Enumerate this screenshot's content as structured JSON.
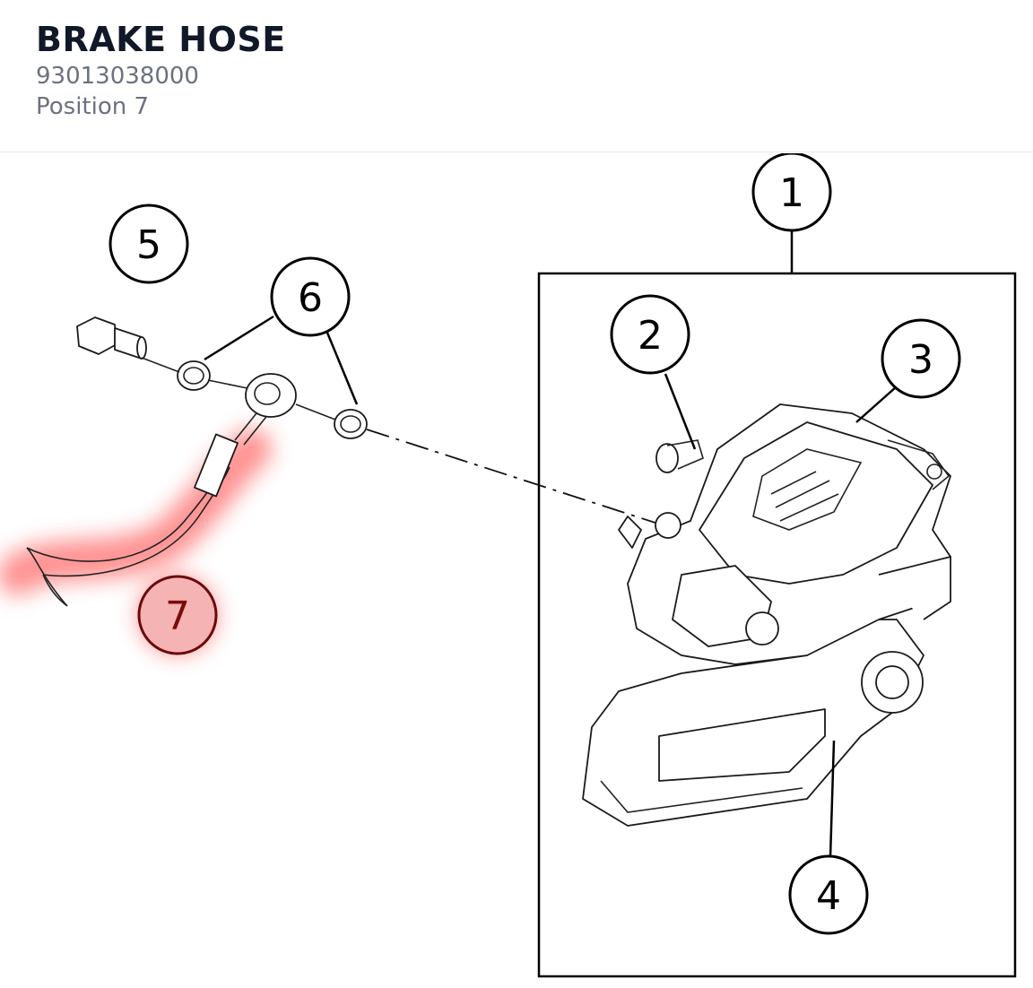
{
  "header": {
    "title": "BRAKE HOSE",
    "part_number": "93013038000",
    "position": "Position 7"
  },
  "diagram": {
    "highlight_color": "#ff3b3b",
    "callouts": [
      {
        "label": "1"
      },
      {
        "label": "2"
      },
      {
        "label": "3"
      },
      {
        "label": "4"
      },
      {
        "label": "5"
      },
      {
        "label": "6"
      },
      {
        "label": "7"
      }
    ],
    "highlighted_callout": "7"
  }
}
